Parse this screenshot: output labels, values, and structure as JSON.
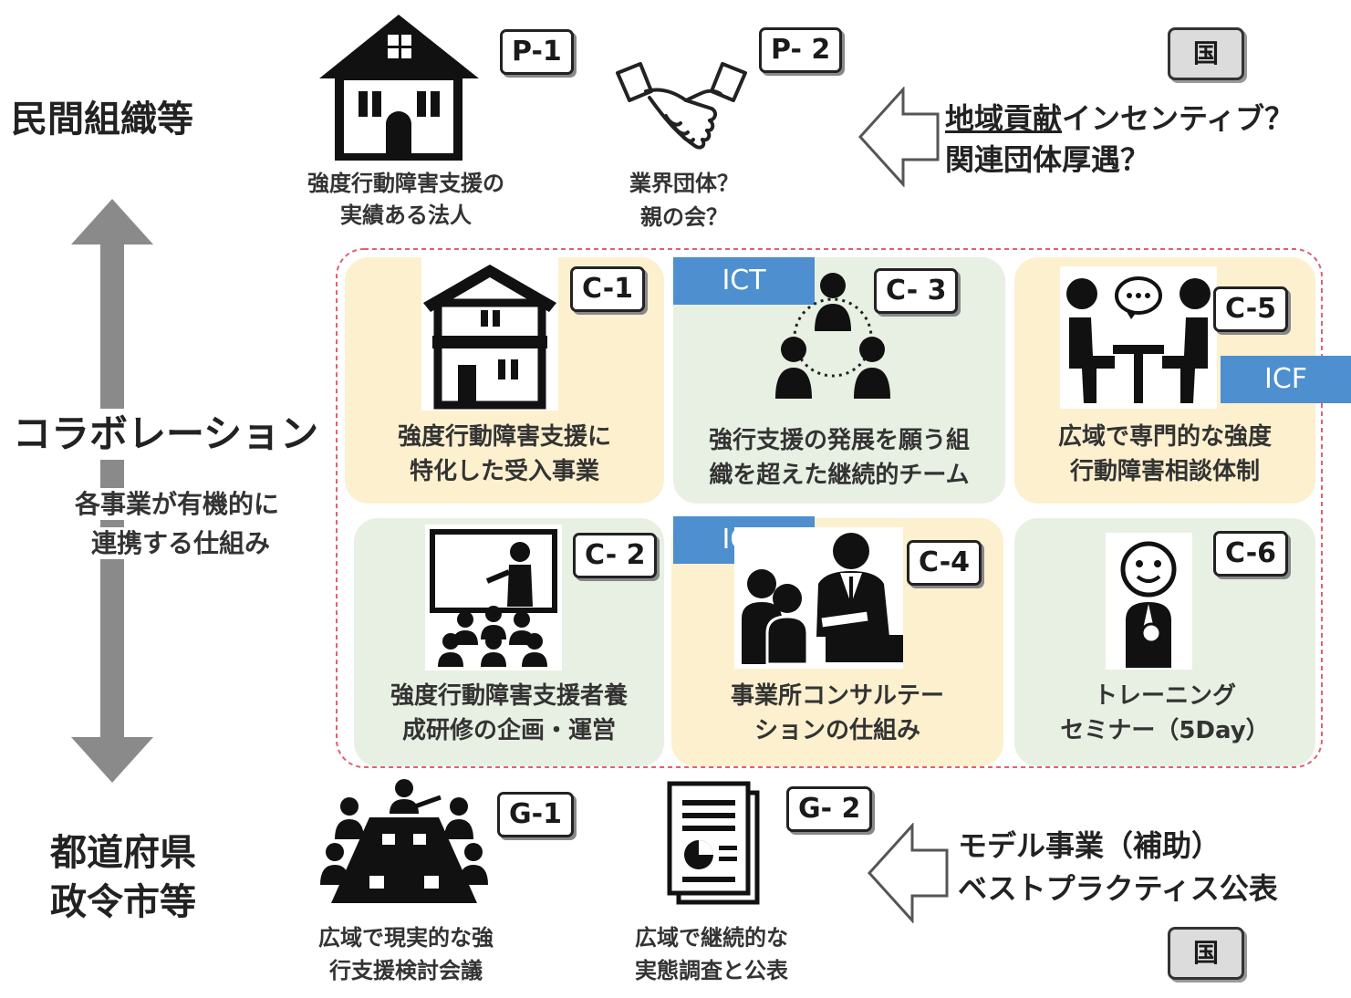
{
  "sides": {
    "private": "民間組織等",
    "collab": "コラボレーション",
    "collab_sub_1": "各事業が有機的に",
    "collab_sub_2": "連携する仕組み",
    "gov_1": "都道府県",
    "gov_2": "政令市等"
  },
  "private_row": {
    "p1": {
      "tag": "P-1",
      "line1": "強度行動障害支援の",
      "line2": "実績ある法人"
    },
    "p2": {
      "tag": "P- 2",
      "line1": "業界団体？",
      "line2": "親の会？"
    },
    "national_badge": "国",
    "incentive_underlined": "地域貢献",
    "incentive_rest": "インセンティブ？",
    "incentive_line2": "関連団体厚遇？"
  },
  "collab_panels": {
    "c1": {
      "tag": "C-1",
      "line1": "強度行動障害支援に",
      "line2": "特化した受入事業"
    },
    "c2": {
      "tag": "C- 2",
      "line1": "強度行動障害支援者養",
      "line2": "成研修の企画・運営"
    },
    "c3": {
      "tag": "C- 3",
      "badge": "ICT",
      "line1": "強行支援の発展を願う組",
      "line2": "織を超えた継続的チーム"
    },
    "c4": {
      "tag": "C-4",
      "badge": "ICT",
      "line1": "事業所コンサルテー",
      "line2": "ションの仕組み"
    },
    "c5": {
      "tag": "C-5",
      "badge": "ICF",
      "line1": "広域で専門的な強度",
      "line2": "行動障害相談体制"
    },
    "c6": {
      "tag": "C-6",
      "line1": "トレーニング",
      "line2": "セミナー（5Day）"
    }
  },
  "gov_row": {
    "g1": {
      "tag": "G-1",
      "line1": "広域で現実的な強",
      "line2": "行支援検討会議"
    },
    "g2": {
      "tag": "G- 2",
      "line1": "広域で継続的な",
      "line2": "実態調査と公表"
    },
    "model_line1": "モデル事業（補助）",
    "model_line2": "ベストプラクティス公表",
    "national_badge": "国"
  },
  "colors": {
    "cream": "#fdf0cf",
    "green": "#e8f0e3",
    "ict_blue": "#4d8fcf",
    "dashed_border": "#e06070",
    "arrow_gray": "#8a8a8a"
  }
}
